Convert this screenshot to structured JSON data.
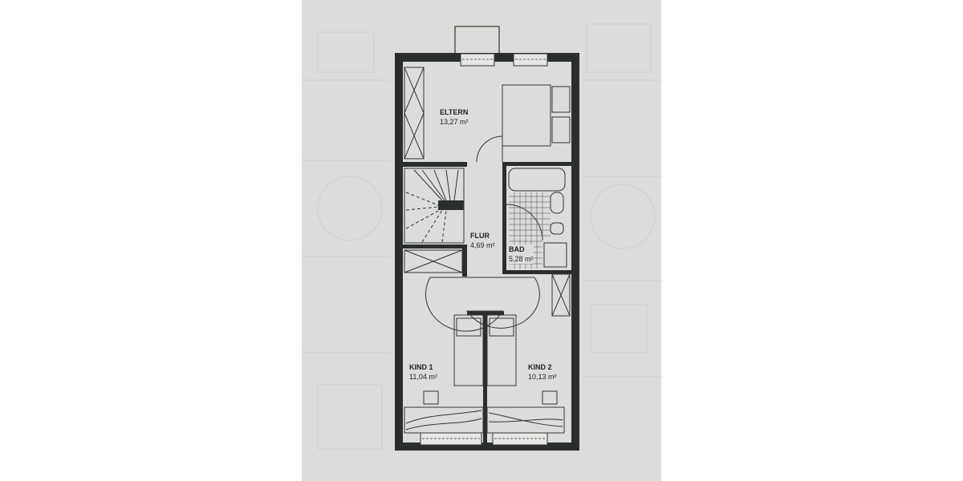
{
  "floorplan": {
    "rooms": [
      {
        "id": "eltern",
        "name": "ELTERN",
        "area": "13,27 m²"
      },
      {
        "id": "flur",
        "name": "FLUR",
        "area": "4,69 m²"
      },
      {
        "id": "bad",
        "name": "BAD",
        "area": "5,28 m²"
      },
      {
        "id": "kind1",
        "name": "KIND 1",
        "area": "11,04 m²"
      },
      {
        "id": "kind2",
        "name": "KIND 2",
        "area": "10,13 m²"
      }
    ],
    "colors": {
      "paper": "#dcdcda",
      "wall": "#2a2f2d",
      "line": "#333333"
    }
  }
}
